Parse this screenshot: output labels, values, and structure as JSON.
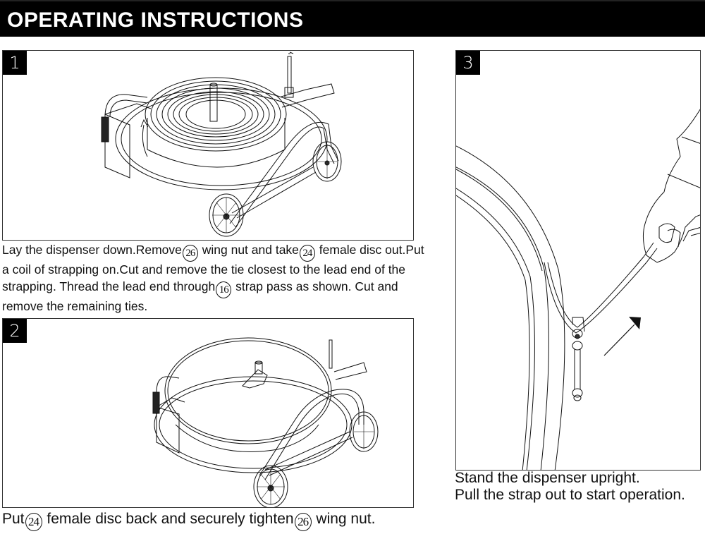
{
  "header": {
    "title": "OPERATING INSTRUCTIONS"
  },
  "steps": [
    {
      "number": "1",
      "caption_parts": [
        "Lay the dispenser down.Remove",
        "26",
        " wing nut and take",
        "24",
        " female disc out.Put a coil of strapping on.Cut and remove the tie closest to the lead end of the strapping. Thread the lead end through",
        "16",
        " strap pass as shown. Cut and remove the remaining ties."
      ],
      "illustration": "dispenser-lying-with-strap-coil"
    },
    {
      "number": "2",
      "caption_parts": [
        "Put",
        "24",
        " female disc back and securely tighten",
        "26",
        " wing nut."
      ],
      "illustration": "dispenser-with-female-disc-and-wing-nut"
    },
    {
      "number": "3",
      "caption_lines": [
        "Stand the dispenser upright.",
        "Pull the strap out to start operation."
      ],
      "illustration": "hand-pulling-strap-with-arrow"
    }
  ]
}
